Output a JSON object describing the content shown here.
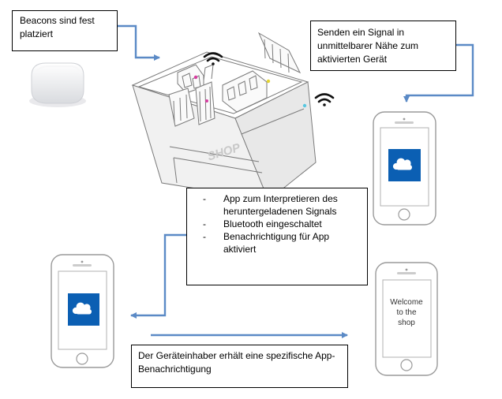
{
  "callouts": {
    "beacons": "Beacons sind fest platziert",
    "signal": "Senden ein Signal in unmittelbarer Nähe zum aktivierten Gerät",
    "requirements": [
      "App zum Interpretieren des heruntergeladenen Signals",
      "Bluetooth eingeschaltet",
      "Benachrichtigung für App aktiviert"
    ],
    "owner": "Der Geräteinhaber erhält eine spezifische App-Benachrichtigung"
  },
  "shop": {
    "sign": "SHOP"
  },
  "welcome_screen": {
    "lines": [
      "Welcome",
      "to the",
      "shop"
    ]
  },
  "icons": [
    "beacon-device-icon",
    "wifi-signal-icon",
    "cloud-icon",
    "smartphone-icon"
  ],
  "colors": {
    "arrow": "#5b8ac6",
    "app_tile": "#0b5fb3",
    "beacon_dot_magenta": "#d63ca0",
    "beacon_dot_yellow": "#e3d330",
    "beacon_dot_cyan": "#58c7e0"
  }
}
